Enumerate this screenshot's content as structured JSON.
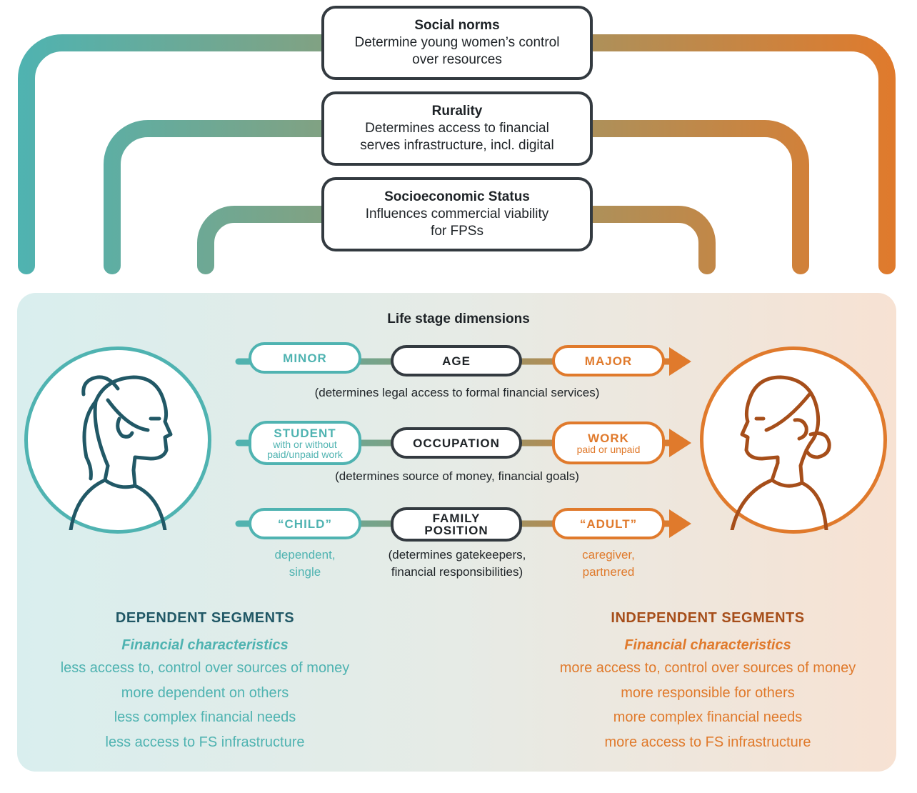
{
  "colors": {
    "teal": "#4fb3b1",
    "orange": "#e07a2c",
    "dark": "#333a40",
    "dependent_heading": "#215866",
    "independent_heading": "#a64e1a"
  },
  "factors": [
    {
      "title": "Social norms",
      "desc": "Determine young women’s control\nover resources"
    },
    {
      "title": "Rurality",
      "desc": "Determines access to financial\nserves infrastructure, incl. digital"
    },
    {
      "title": "Socioeconomic Status",
      "desc": "Influences commercial viability\nfor FPSs"
    }
  ],
  "life_stage": {
    "title": "Life stage dimensions",
    "rows": [
      {
        "left": {
          "main": "MINOR"
        },
        "center": {
          "main": "AGE"
        },
        "right": {
          "main": "MAJOR"
        },
        "note": "(determines legal access to formal financial services)"
      },
      {
        "left": {
          "main": "STUDENT",
          "sub": "with or without\npaid/unpaid work"
        },
        "center": {
          "main": "OCCUPATION"
        },
        "right": {
          "main": "WORK",
          "sub": "paid or unpaid"
        },
        "note": "(determines source of money, financial goals)"
      },
      {
        "left": {
          "main": "“CHILD”",
          "note": "dependent,\nsingle"
        },
        "center": {
          "main": "FAMILY\nPOSITION"
        },
        "right": {
          "main": "“ADULT”",
          "note": "caregiver,\npartnered"
        },
        "note": "(determines gatekeepers,\nfinancial responsibilities)"
      }
    ]
  },
  "avatars": {
    "left_icon": "young-woman-ponytail-icon",
    "right_icon": "woman-bun-icon"
  },
  "segments": {
    "dependent": {
      "heading": "DEPENDENT SEGMENTS",
      "sub": "Financial characteristics",
      "items": [
        "less access to, control over sources of money",
        "more dependent on others",
        "less complex financial needs",
        "less access to FS infrastructure"
      ]
    },
    "independent": {
      "heading": "INDEPENDENT SEGMENTS",
      "sub": "Financial characteristics",
      "items": [
        "more access to, control over sources of money",
        "more responsible for others",
        "more complex financial needs",
        "more access to FS infrastructure"
      ]
    }
  }
}
